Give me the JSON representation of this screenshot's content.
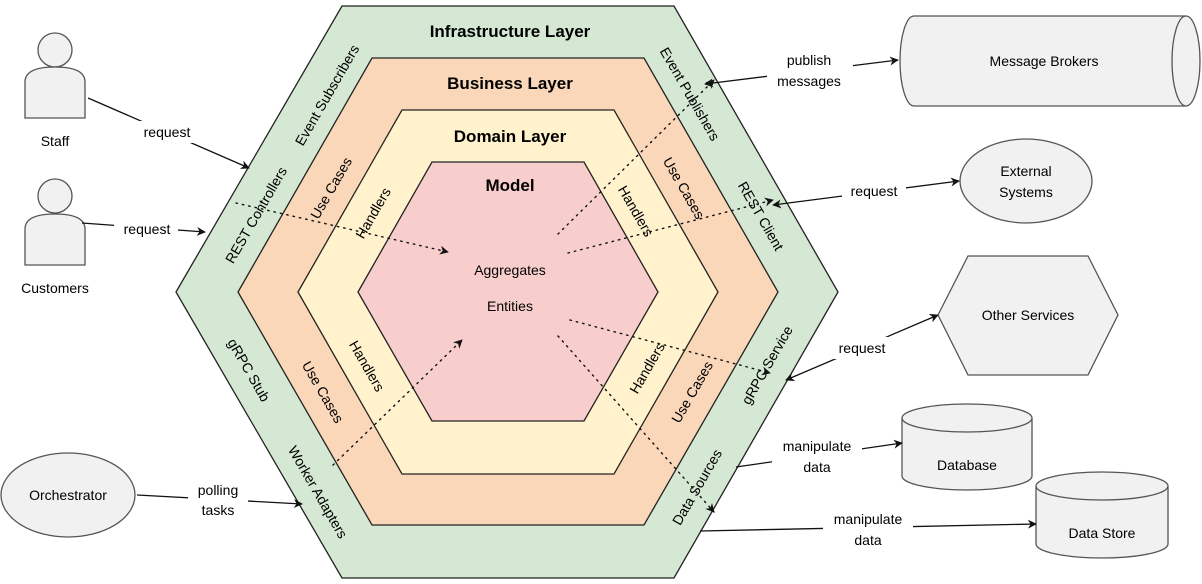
{
  "colors": {
    "infrastructure_fill": "#d5e8d4",
    "business_fill": "#fad7b8",
    "domain_fill": "#fff2cc",
    "model_fill": "#f8cecc",
    "node_fill": "#f1f1f1",
    "node_stroke": "#555555",
    "line": "#111111"
  },
  "layers": {
    "infrastructure": "Infrastructure Layer",
    "business": "Business Layer",
    "domain": "Domain Layer",
    "model": "Model"
  },
  "model_items": {
    "aggregates": "Aggregates",
    "entities": "Entities"
  },
  "infrastructure_labels": {
    "event_subscribers": "Event Subscribers",
    "event_publishers": "Event Publishers",
    "rest_controllers": "REST Controllers",
    "rest_client": "REST Client",
    "grpc_stub": "gRPC Stub",
    "grpc_service": "gRPC Service",
    "worker_adapters": "Worker Adapters",
    "data_sources": "Data Sources"
  },
  "business_labels": {
    "use_cases_top_left": "Use Cases",
    "use_cases_top_right": "Use Cases",
    "use_cases_bottom_left": "Use Cases",
    "use_cases_bottom_right": "Use Cases"
  },
  "domain_labels": {
    "handlers_top_left": "Handlers",
    "handlers_top_right": "Handlers",
    "handlers_bottom_left": "Handlers",
    "handlers_bottom_right": "Handlers"
  },
  "actors": {
    "staff": "Staff",
    "customers": "Customers"
  },
  "external_nodes": {
    "orchestrator": "Orchestrator",
    "message_brokers": "Message Brokers",
    "external_systems_line1": "External",
    "external_systems_line2": "Systems",
    "other_services": "Other Services",
    "database": "Database",
    "data_store": "Data Store"
  },
  "edge_labels": {
    "staff_request": "request",
    "customers_request": "request",
    "polling_line1": "polling",
    "polling_line2": "tasks",
    "publish_line1": "publish",
    "publish_line2": "messages",
    "external_request": "request",
    "services_request": "request",
    "db_line1": "manipulate",
    "db_line2": "data",
    "store_line1": "manipulate",
    "store_line2": "data"
  }
}
